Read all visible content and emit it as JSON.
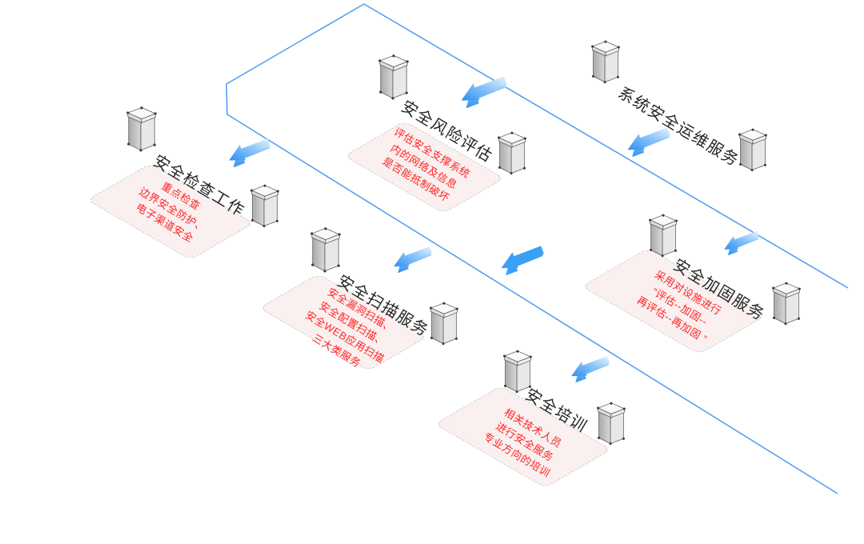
{
  "title": {
    "label": "系统安全运维服务"
  },
  "sections": [
    {
      "label": "安全风险评估",
      "lines": [
        "评估安全支撑系统",
        "内的网络及信息",
        "是否能抵制破坏"
      ]
    },
    {
      "label": "安全检查工作",
      "lines": [
        "重点检查",
        "边界安全防护、",
        "电子渠道安全"
      ]
    },
    {
      "label": "安全扫描服务",
      "lines": [
        "安全漏洞扫描、",
        "安全配置扫描、",
        "安全WEB应用扫描",
        "三大类服务"
      ]
    },
    {
      "label": "安全加固服务",
      "lines": [
        "采用对设施进行",
        "“评估--加固--",
        "再评估--再加固 ”"
      ]
    },
    {
      "label": "安全培训",
      "lines": [
        "相关技术人员",
        "进行安全服务",
        "专业方向的培训"
      ]
    }
  ],
  "icons": {
    "server": "server-tower-icon",
    "arrow": "flow-arrow-icon"
  },
  "colors": {
    "plane_outline_blue": "#4b9cf1",
    "arrow_head_blue": "#2e8ff2",
    "arrow_tail_blue": "#e8f4fe",
    "arrow_solid_blue": "#3aa0f6",
    "note_text_red": "#ff2424",
    "panel_fill_pink": "#faf0f0",
    "panel_border_gray": "#c6c6c6",
    "label_black": "#262626"
  }
}
